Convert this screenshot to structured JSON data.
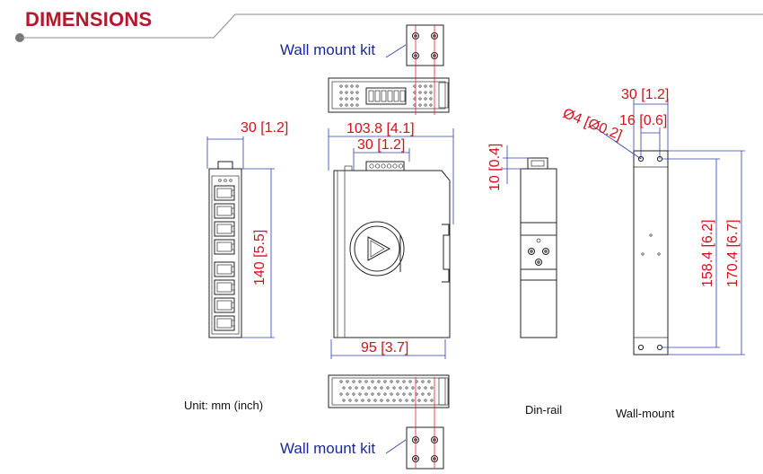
{
  "header": {
    "title": "DIMENSIONS"
  },
  "labels": {
    "wall_mount_kit_top": "Wall mount kit",
    "wall_mount_kit_bottom": "Wall mount kit",
    "unit": "Unit: mm (inch)",
    "din_rail": "Din-rail",
    "wall_mount": "Wall-mount"
  },
  "dimensions": {
    "side_width": "30 [1.2]",
    "side_height": "140 [5.5]",
    "front_width": "103.8 [4.1]",
    "front_terminal": "30 [1.2]",
    "front_depth": "95 [3.7]",
    "din_offset": "10 [0.4]",
    "wall_width": "30 [1.2]",
    "wall_hole_spacing": "16 [0.6]",
    "wall_hole_diameter": "Ø4 [Ø0.2]",
    "wall_hole_height": "158.4 [6.2]",
    "wall_total_height": "170.4 [6.7]"
  },
  "colors": {
    "title": "#b11a2b",
    "dimension": "#d0121b",
    "kit_label": "#1a2a9a",
    "line": "#222222"
  }
}
